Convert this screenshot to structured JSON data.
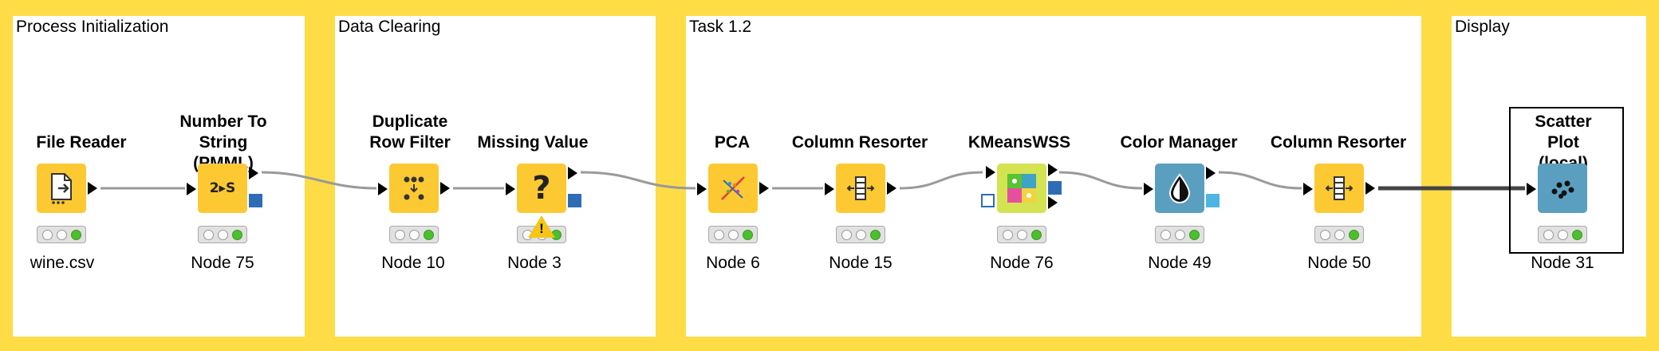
{
  "colors": {
    "background": "#fddc46",
    "annotation": "#ffffff",
    "manipulator_node": "#fcc933",
    "learner_node": "#d3e352",
    "visualizer_node": "#5b9fc0",
    "connection": "#9a9a9a",
    "model_port": "#2e6db5",
    "color_port": "#4db5e2",
    "status_green": "#4cbf2e",
    "warning": "#f5c518"
  },
  "annotations": [
    {
      "title": "Process Initialization"
    },
    {
      "title": "Data Clearing"
    },
    {
      "title": "Task 1.2"
    },
    {
      "title": "Display"
    }
  ],
  "nodes": [
    {
      "title": "File Reader",
      "label": "wine.csv",
      "icon": "file-reader-icon"
    },
    {
      "title": "Number To String (PMML)",
      "label": "Node 75",
      "icon": "number-to-string-icon",
      "icon_text": "2▸S"
    },
    {
      "title": "Duplicate Row Filter",
      "label": "Node 10",
      "icon": "duplicate-row-filter-icon"
    },
    {
      "title": "Missing Value",
      "label": "Node 3",
      "icon": "missing-value-icon",
      "icon_text": "?",
      "status": "warning"
    },
    {
      "title": "PCA",
      "label": "Node 6",
      "icon": "pca-icon"
    },
    {
      "title": "Column Resorter",
      "label": "Node 15",
      "icon": "column-resorter-icon"
    },
    {
      "title": "KMeansWSS",
      "label": "Node 76",
      "icon": "kmeans-icon"
    },
    {
      "title": "Color Manager",
      "label": "Node 49",
      "icon": "color-manager-icon"
    },
    {
      "title": "Column Resorter",
      "label": "Node 50",
      "icon": "column-resorter-icon"
    },
    {
      "title": "Scatter Plot (local)",
      "label": "Node 31",
      "icon": "scatter-plot-icon",
      "selected": true
    }
  ]
}
